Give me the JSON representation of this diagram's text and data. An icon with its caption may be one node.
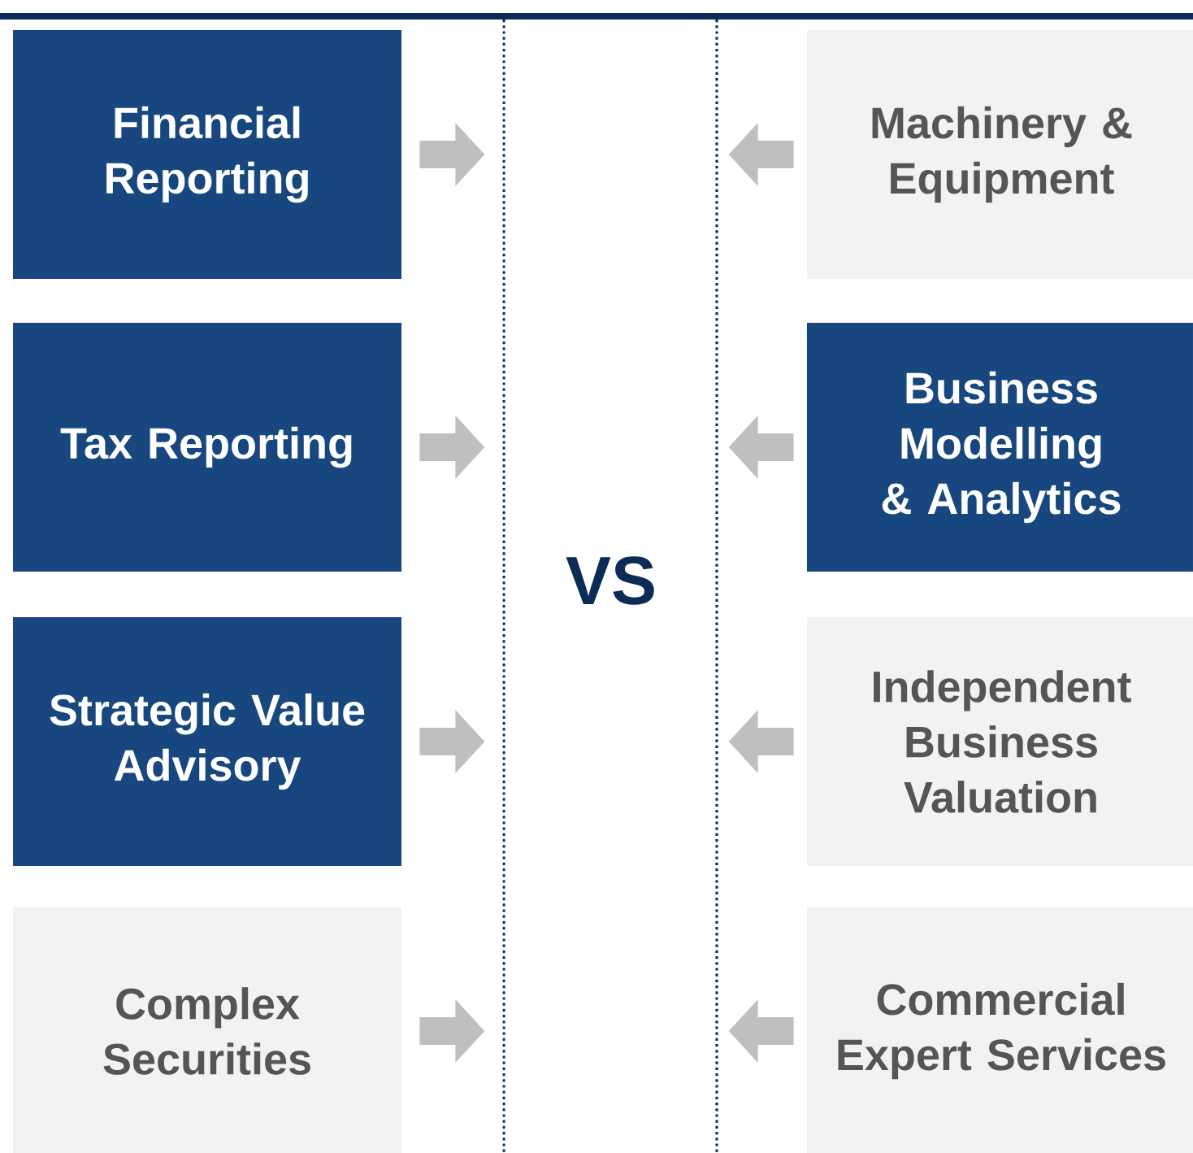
{
  "diagram": {
    "nodes": [
      {
        "text": [
          "Financial Reporting"
        ]
      },
      {
        "text": [
          "Machinery & Equipment"
        ]
      },
      {
        "text": [
          "Tax Reporting"
        ]
      },
      {
        "text": [
          "Business Modelling & Analytics"
        ]
      },
      {
        "text": [
          "Strategic Value Advisory"
        ]
      },
      {
        "text": [
          "Independent Business Valuation"
        ]
      },
      {
        "text": [
          "Complex Securities"
        ]
      },
      {
        "text": [
          "Commercial Expert Services"
        ]
      }
    ],
    "edges": [
      {
        "from": 0,
        "to": null,
        "arrow": "to"
      },
      {
        "from": 1,
        "to": null,
        "arrow": "to"
      },
      {
        "from": 2,
        "to": null,
        "arrow": "to"
      },
      {
        "from": 3,
        "to": null,
        "arrow": "to"
      },
      {
        "from": 4,
        "to": null,
        "arrow": "to"
      },
      {
        "from": 5,
        "to": null,
        "arrow": "to"
      },
      {
        "from": 6,
        "to": null,
        "arrow": "to"
      },
      {
        "from": 7,
        "to": null,
        "arrow": "to"
      }
    ],
    "labels": [
      "VS"
    ]
  }
}
